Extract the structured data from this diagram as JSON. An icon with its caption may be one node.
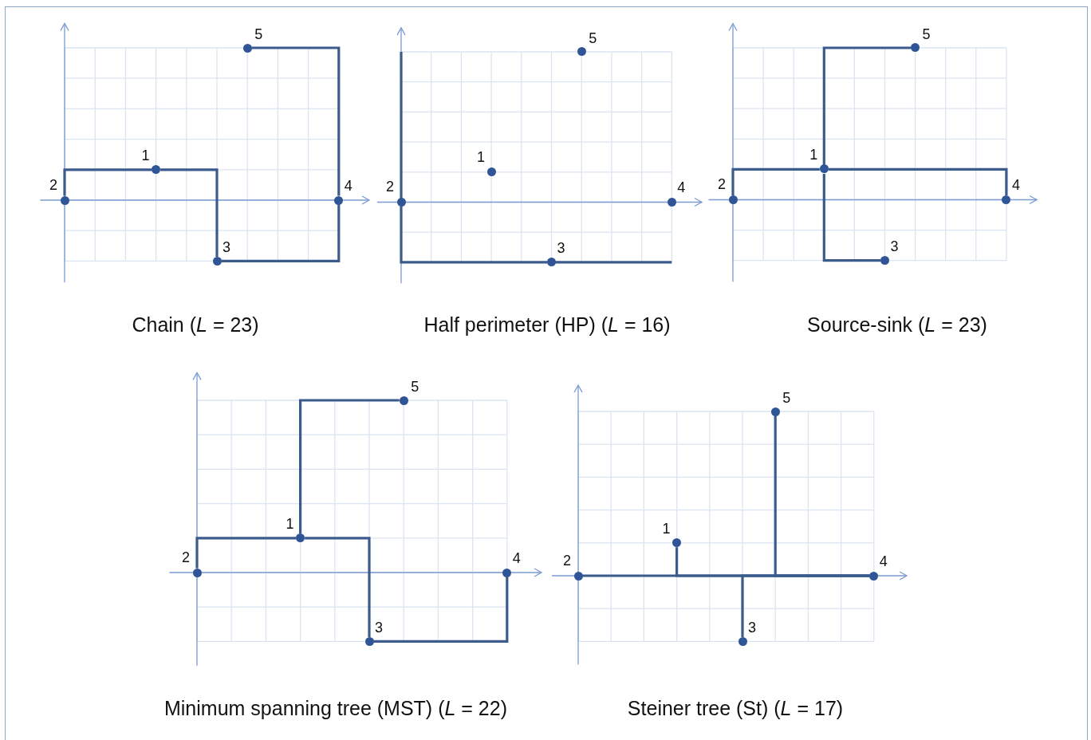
{
  "diagram": {
    "nodes": [
      {
        "text": [
          "Chain (*L* = 23)"
        ]
      },
      {
        "text": [],
        "shape": "circle",
        "beside": [
          "1"
        ],
        "in": 0
      },
      {
        "text": [],
        "shape": "circle",
        "beside": [
          "2"
        ],
        "in": 0
      },
      {
        "text": [],
        "shape": "circle",
        "beside": [
          "3"
        ],
        "in": 0
      },
      {
        "text": [],
        "shape": "circle",
        "beside": [
          "4"
        ],
        "in": 0
      },
      {
        "text": [],
        "shape": "circle",
        "beside": [
          "5"
        ],
        "in": 0
      },
      {
        "text": [
          "Half perimeter (HP) (*L* = 16)"
        ]
      },
      {
        "text": [],
        "shape": "circle",
        "beside": [
          "1"
        ],
        "in": 6
      },
      {
        "text": [],
        "shape": "circle",
        "beside": [
          "2"
        ],
        "in": 6
      },
      {
        "text": [],
        "shape": "circle",
        "beside": [
          "3"
        ],
        "in": 6
      },
      {
        "text": [],
        "shape": "circle",
        "beside": [
          "4"
        ],
        "in": 6
      },
      {
        "text": [],
        "shape": "circle",
        "beside": [
          "5"
        ],
        "in": 6
      },
      {
        "text": [
          "Source-sink (*L* = 23)"
        ]
      },
      {
        "text": [],
        "shape": "circle",
        "beside": [
          "1"
        ],
        "in": 12
      },
      {
        "text": [],
        "shape": "circle",
        "beside": [
          "2"
        ],
        "in": 12
      },
      {
        "text": [],
        "shape": "circle",
        "beside": [
          "3"
        ],
        "in": 12
      },
      {
        "text": [],
        "shape": "circle",
        "beside": [
          "4"
        ],
        "in": 12
      },
      {
        "text": [],
        "shape": "circle",
        "beside": [
          "5"
        ],
        "in": 12
      },
      {
        "text": [
          "Minimum spanning tree (MST) (*L* = 22)"
        ]
      },
      {
        "text": [],
        "shape": "circle",
        "beside": [
          "1"
        ],
        "in": 18
      },
      {
        "text": [],
        "shape": "circle",
        "beside": [
          "2"
        ],
        "in": 18
      },
      {
        "text": [],
        "shape": "circle",
        "beside": [
          "3"
        ],
        "in": 18
      },
      {
        "text": [],
        "shape": "circle",
        "beside": [
          "4"
        ],
        "in": 18
      },
      {
        "text": [],
        "shape": "circle",
        "beside": [
          "5"
        ],
        "in": 18
      },
      {
        "text": [
          "Steiner tree (St) (*L* = 17)"
        ]
      },
      {
        "text": [],
        "shape": "circle",
        "beside": [
          "1"
        ],
        "in": 24
      },
      {
        "text": [],
        "shape": "circle",
        "beside": [
          "2"
        ],
        "in": 24
      },
      {
        "text": [],
        "shape": "circle",
        "beside": [
          "3"
        ],
        "in": 24
      },
      {
        "text": [],
        "shape": "circle",
        "beside": [
          "4"
        ],
        "in": 24
      },
      {
        "text": [],
        "shape": "circle",
        "beside": [
          "5"
        ],
        "in": 24
      }
    ],
    "edges": [
      {
        "from": 2,
        "to": 1,
        "arrow": "none"
      },
      {
        "from": 1,
        "to": 3,
        "arrow": "none"
      },
      {
        "from": 3,
        "to": 4,
        "arrow": "none"
      },
      {
        "from": 4,
        "to": 5,
        "arrow": "none"
      },
      {
        "from": 13,
        "to": 17,
        "arrow": "none"
      },
      {
        "from": 13,
        "to": 14,
        "arrow": "none"
      },
      {
        "from": 13,
        "to": 16,
        "arrow": "none"
      },
      {
        "from": 13,
        "to": 15,
        "arrow": "none"
      },
      {
        "from": 20,
        "to": 19,
        "arrow": "none"
      },
      {
        "from": 19,
        "to": 23,
        "arrow": "none"
      },
      {
        "from": 19,
        "to": 21,
        "arrow": "none"
      },
      {
        "from": 21,
        "to": 22,
        "arrow": "none"
      },
      {
        "from": 8,
        "to": 9,
        "arrow": "none"
      },
      {
        "from": 26,
        "to": 28,
        "arrow": "none"
      },
      {
        "from": 25,
        "to": 28,
        "arrow": "none"
      },
      {
        "from": 27,
        "to": 28,
        "arrow": "none"
      },
      {
        "from": 29,
        "to": 28,
        "arrow": "none"
      }
    ]
  }
}
